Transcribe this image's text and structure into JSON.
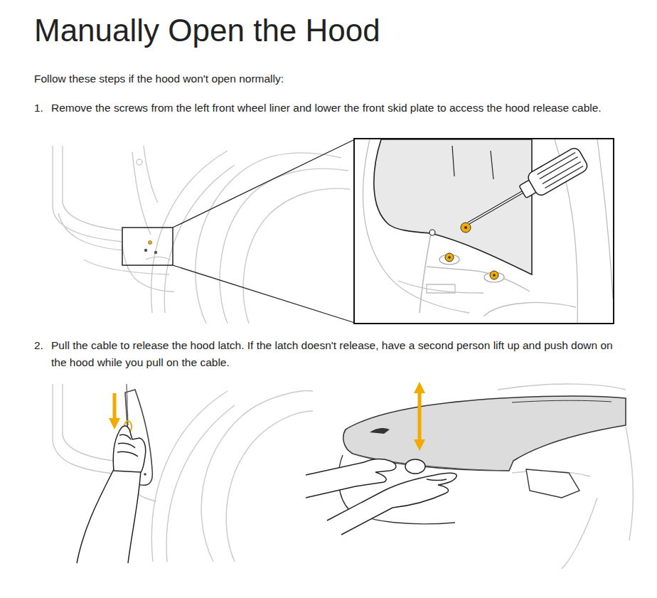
{
  "diagram": {
    "title": "Manually Open the Hood",
    "labels": [
      "Follow these steps if the hood won't open normally:",
      "1.",
      "Remove the screws from the left front wheel liner and lower the front skid plate to access the hood release cable.",
      "2.",
      "Pull the cable to release the hood latch. If the latch doesn't release, have a second person lift up and push down on the hood while you pull on the cable."
    ]
  }
}
